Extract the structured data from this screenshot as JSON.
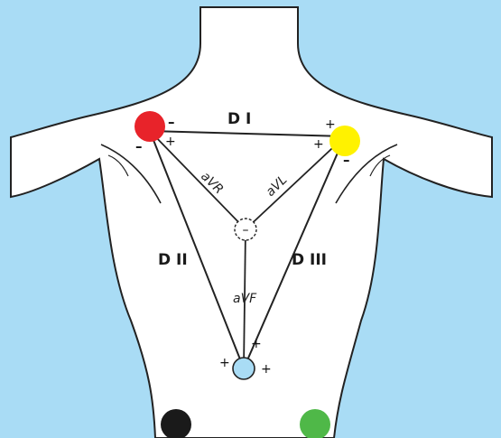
{
  "colors": {
    "background": "#a9dcf5",
    "body_fill": "#ffffff",
    "outline": "#222222",
    "right_arm": "#e8232a",
    "left_arm": "#fff200",
    "central_terminal": "#a9dcf5",
    "right_leg": "#1a1a1a",
    "left_leg": "#4fb848"
  },
  "leads": {
    "d1": "D I",
    "d2": "D II",
    "d3": "D III",
    "avr": "aVR",
    "avl": "aVL",
    "avf": "aVF"
  },
  "signs": {
    "plus": "+",
    "minus": "–"
  }
}
